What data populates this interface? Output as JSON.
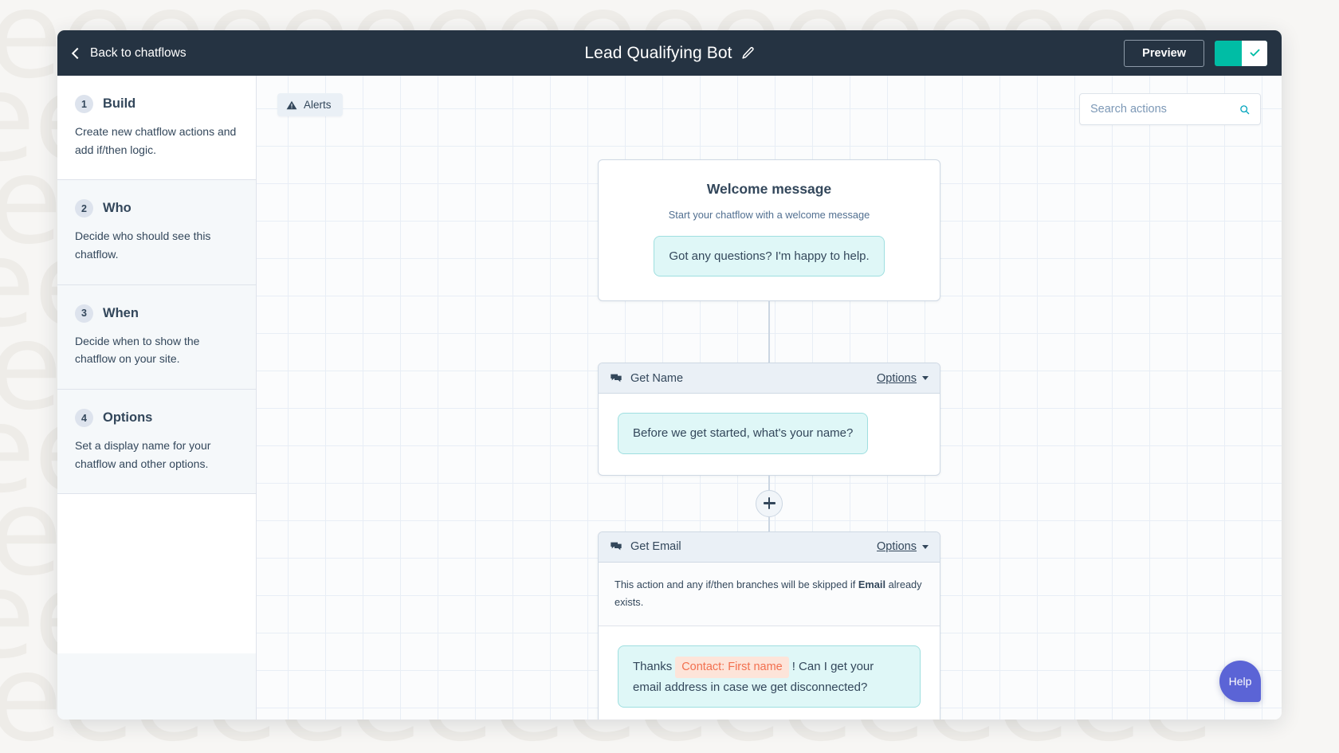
{
  "window": {
    "topbar": {
      "back_label": "Back to chatflows",
      "title": "Lead Qualifying Bot",
      "edit_icon": "pencil-icon",
      "preview_label": "Preview",
      "toggle_state": "on",
      "toggle_icon": "check-icon",
      "toggle_color": "#00bda5"
    },
    "sidebar": {
      "steps": [
        {
          "number": "1",
          "title": "Build",
          "description": "Create new chatflow actions and add if/then logic.",
          "active": true
        },
        {
          "number": "2",
          "title": "Who",
          "description": "Decide who should see this chatflow.",
          "active": false
        },
        {
          "number": "3",
          "title": "When",
          "description": "Decide when to show the chatflow on your site.",
          "active": false
        },
        {
          "number": "4",
          "title": "Options",
          "description": "Set a display name for your chatflow and other options.",
          "active": false
        }
      ]
    },
    "canvas": {
      "alerts_label": "Alerts",
      "alerts_icon": "warning-triangle-icon",
      "search": {
        "placeholder": "Search actions",
        "value": "",
        "icon": "search-icon",
        "icon_color": "#00a4bd"
      },
      "help_label": "Help",
      "help_color": "#5b64d6",
      "nodes": {
        "welcome": {
          "title": "Welcome message",
          "subtitle": "Start your chatflow with a welcome message",
          "bubble": "Got any questions? I'm happy to help."
        },
        "get_name": {
          "icon": "chat-bubbles-icon",
          "title": "Get Name",
          "options_label": "Options",
          "bubble": "Before we get started, what's your name?"
        },
        "get_email": {
          "icon": "chat-bubbles-icon",
          "title": "Get Email",
          "options_label": "Options",
          "skip_note_before": "This action and any if/then branches will be skipped if ",
          "skip_note_bold": "Email",
          "skip_note_after": " already exists.",
          "bubble_before": "Thanks",
          "bubble_token": "Contact: First name",
          "bubble_after": "! Can I get your email address in case we get disconnected?"
        }
      },
      "add_button_icon": "plus-icon"
    }
  }
}
